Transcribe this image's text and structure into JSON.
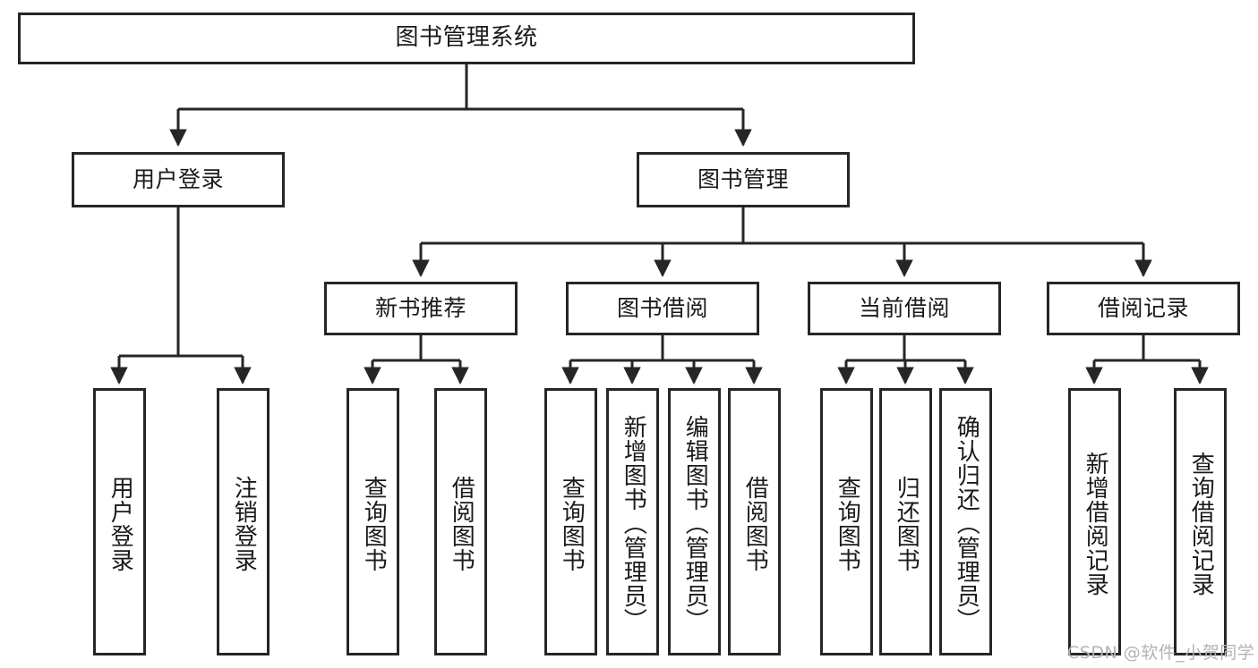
{
  "diagram": {
    "title": "图书管理系统",
    "type": "hierarchy-tree",
    "watermark": "CSDN @软件_小贺同学",
    "colors": {
      "stroke": "#262626",
      "fill": "#ffffff",
      "text": "#1a1a1a",
      "watermark": "#b3b3b3"
    },
    "levels": {
      "level0": [
        {
          "id": "root",
          "label": "图书管理系统",
          "orientation": "horizontal"
        }
      ],
      "level1": [
        {
          "id": "user-login",
          "label": "用户登录",
          "orientation": "horizontal"
        },
        {
          "id": "book-management",
          "label": "图书管理",
          "orientation": "horizontal"
        }
      ],
      "level2": [
        {
          "id": "new-book-recommend",
          "label": "新书推荐",
          "orientation": "horizontal"
        },
        {
          "id": "book-borrow",
          "label": "图书借阅",
          "orientation": "horizontal"
        },
        {
          "id": "current-borrow",
          "label": "当前借阅",
          "orientation": "horizontal"
        },
        {
          "id": "borrow-record",
          "label": "借阅记录",
          "orientation": "horizontal"
        }
      ],
      "level3": [
        {
          "id": "leaf-user-login",
          "label": "用户登录",
          "parent": "user-login",
          "orientation": "vertical"
        },
        {
          "id": "leaf-logout",
          "label": "注销登录",
          "parent": "user-login",
          "orientation": "vertical"
        },
        {
          "id": "leaf-query-book-1",
          "label": "查询图书",
          "parent": "new-book-recommend",
          "orientation": "vertical"
        },
        {
          "id": "leaf-borrow-book-1",
          "label": "借阅图书",
          "parent": "new-book-recommend",
          "orientation": "vertical"
        },
        {
          "id": "leaf-query-book-2",
          "label": "查询图书",
          "parent": "book-borrow",
          "orientation": "vertical"
        },
        {
          "id": "leaf-add-book",
          "label": "新增图书（管理员）",
          "parent": "book-borrow",
          "orientation": "vertical"
        },
        {
          "id": "leaf-edit-book",
          "label": "编辑图书（管理员）",
          "parent": "book-borrow",
          "orientation": "vertical"
        },
        {
          "id": "leaf-borrow-book-2",
          "label": "借阅图书",
          "parent": "book-borrow",
          "orientation": "vertical"
        },
        {
          "id": "leaf-query-book-3",
          "label": "查询图书",
          "parent": "current-borrow",
          "orientation": "vertical"
        },
        {
          "id": "leaf-return-book",
          "label": "归还图书",
          "parent": "current-borrow",
          "orientation": "vertical"
        },
        {
          "id": "leaf-confirm-return",
          "label": "确认归还（管理员）",
          "parent": "current-borrow",
          "orientation": "vertical"
        },
        {
          "id": "leaf-add-record",
          "label": "新增借阅记录",
          "parent": "borrow-record",
          "orientation": "vertical"
        },
        {
          "id": "leaf-query-record",
          "label": "查询借阅记录",
          "parent": "borrow-record",
          "orientation": "vertical"
        }
      ]
    }
  }
}
